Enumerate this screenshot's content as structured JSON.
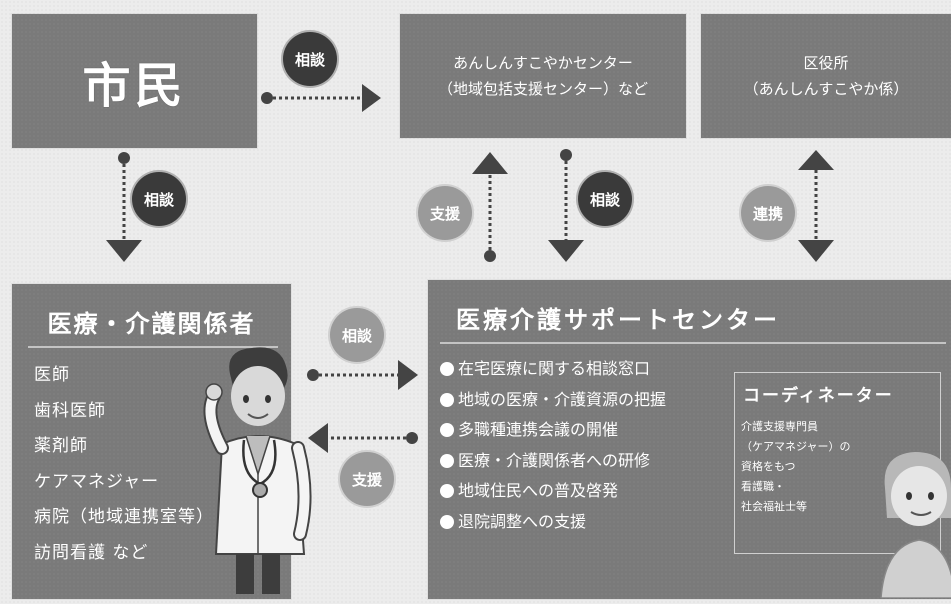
{
  "nodes": {
    "shimin": "市民",
    "anshin_line1": "あんしんすこやかセンター",
    "anshin_line2": "（地域包括支援センター）など",
    "kuyakusho_line1": "区役所",
    "kuyakusho_line2": "（あんしんすこやか係）",
    "iryo_kaigo": {
      "title": "医療・介護関係者",
      "items": [
        "医師",
        "歯科医師",
        "薬剤師",
        "ケアマネジャー",
        "病院（地域連携室等）",
        "訪問看護 など"
      ]
    },
    "support_center": {
      "title": "医療介護サポートセンター",
      "items": [
        "在宅医療に関する相談窓口",
        "地域の医療・介護資源の把握",
        "多職種連携会議の開催",
        "医療・介護関係者への研修",
        "地域住民への普及啓発",
        "退院調整への支援"
      ],
      "coordinator": {
        "title": "コーディネーター",
        "description": "介護支援専門員\n（ケアマネジャー）の\n資格をもつ\n看護職・\n社会福祉士等"
      }
    }
  },
  "labels": {
    "soudan": "相談",
    "shien": "支援",
    "renkei": "連携"
  }
}
